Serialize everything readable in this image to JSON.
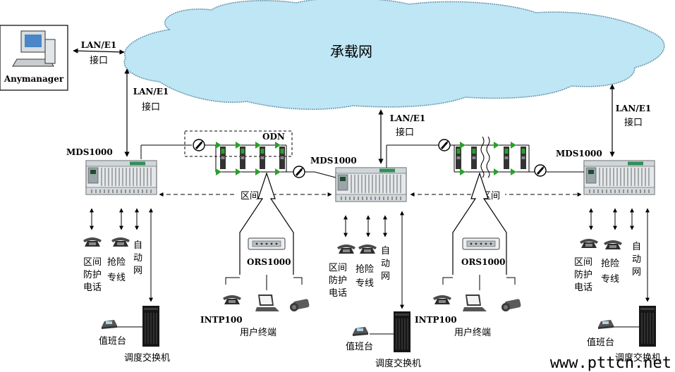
{
  "labels": {
    "cloud": "承载网",
    "manager": "Anymanager",
    "lan": "LAN/E1",
    "port": "接口",
    "odn": "ODN",
    "mds": "MDS1000",
    "ors": "ORS1000",
    "section": "区间",
    "intp": "INTP100",
    "user_terminal": "用户终端",
    "duty_console": "值班台",
    "dispatch_switch": "调度交换机",
    "section_phone": [
      "区间",
      "防护",
      "电话"
    ],
    "emergency_line": [
      "抢险",
      "专线"
    ],
    "auto_net": [
      "自",
      "动",
      "网"
    ],
    "watermark": "www.pttcn.net"
  },
  "colors": {
    "cloud_fill": "#bfe6f5",
    "cloud_stroke": "#6a9ab0",
    "green": "#2aa02a"
  }
}
